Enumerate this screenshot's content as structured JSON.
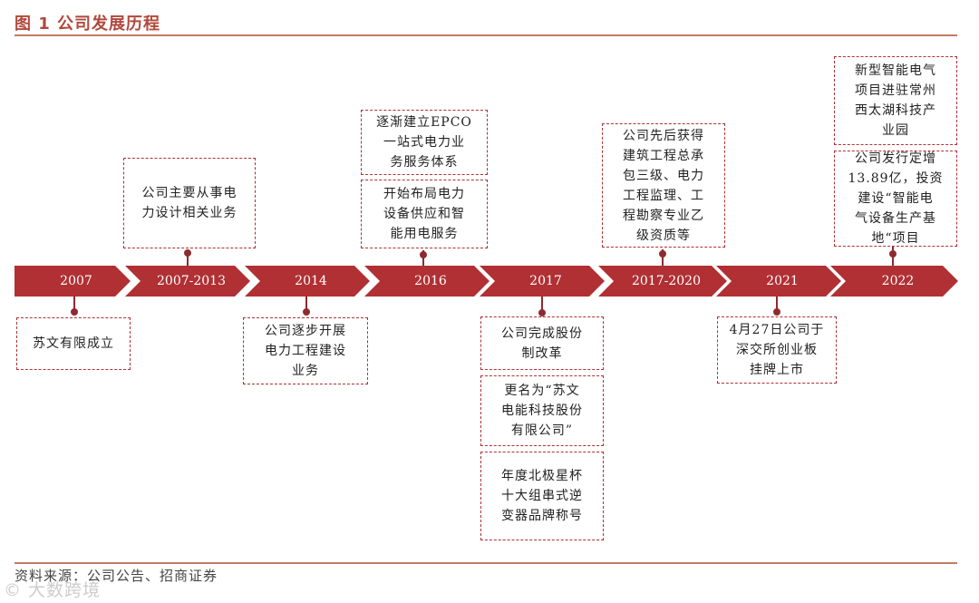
{
  "title": "图 1 公司发展历程",
  "source": "资料来源：公司公告、招商证券",
  "watermark": "© 大数跨境",
  "timeline": [
    {
      "label": "2007"
    },
    {
      "label": "2007-2013"
    },
    {
      "label": "2014"
    },
    {
      "label": "2016"
    },
    {
      "label": "2017"
    },
    {
      "label": "2017-2020"
    },
    {
      "label": "2021"
    },
    {
      "label": "2022"
    }
  ],
  "events": {
    "e2007": "苏文有限成立",
    "e2007_2013": "公司主要从事电\n力设计相关业务",
    "e2014": "公司逐步开展\n电力工程建设\n业务",
    "e2016_a": "逐渐建立EPCO\n一站式电力业\n务服务体系",
    "e2016_b": "开始布局电力\n设备供应和智\n能用电服务",
    "e2017_a": "公司完成股份\n制改革",
    "e2017_b": "更名为“苏文\n电能科技股份\n有限公司”",
    "e2017_c": "年度北极星杯\n十大组串式逆\n变器品牌称号",
    "e2017_2020": "公司先后获得\n建筑工程总承\n包三级、电力\n工程监理、工\n程勘察专业乙\n级资质等",
    "e2021": "4月27日公司于\n深交所创业板\n挂牌上市",
    "e2022_a": "新型智能电气\n项目进驻常州\n西太湖科技产\n业园",
    "e2022_b": "公司发行定增\n13.89亿，投资\n建设“智能电\n气设备生产基\n地“项目"
  },
  "colors": {
    "accent": "#b03034",
    "title": "#b0493c",
    "rule": "#c27a63"
  }
}
